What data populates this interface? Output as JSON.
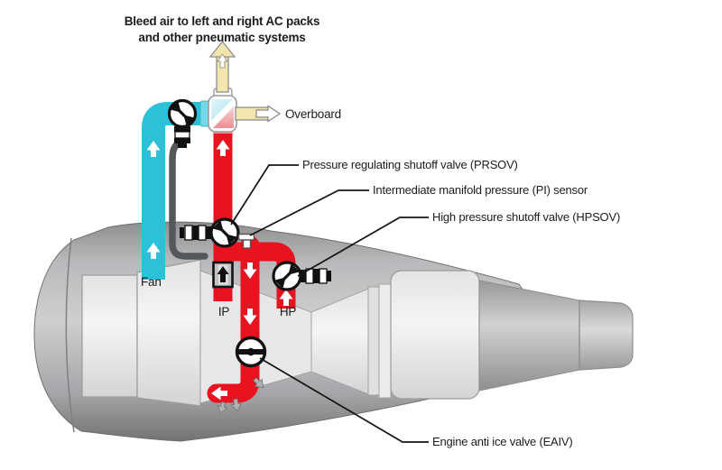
{
  "note": {
    "line1": "Bleed air to left and right AC packs",
    "line2": "and other pneumatic systems"
  },
  "labels": {
    "overboard": "Overboard",
    "prsov": "Pressure regulating shutoff valve (PRSOV)",
    "pi_sensor": "Intermediate manifold pressure (PI) sensor",
    "hpsov": "High pressure shutoff valve (HPSOV)",
    "eaiv": "Engine anti ice valve (EAIV)",
    "fan": "Fan",
    "ip": "IP",
    "hp": "HP"
  },
  "colors": {
    "fan_air": "#2BC1D9",
    "bleed_air": "#E8131F",
    "sense_line": "#54585B",
    "overboard_air": "#F2E5AE",
    "engine_gray": "#b9b9bc",
    "valve_outline": "#111111"
  }
}
